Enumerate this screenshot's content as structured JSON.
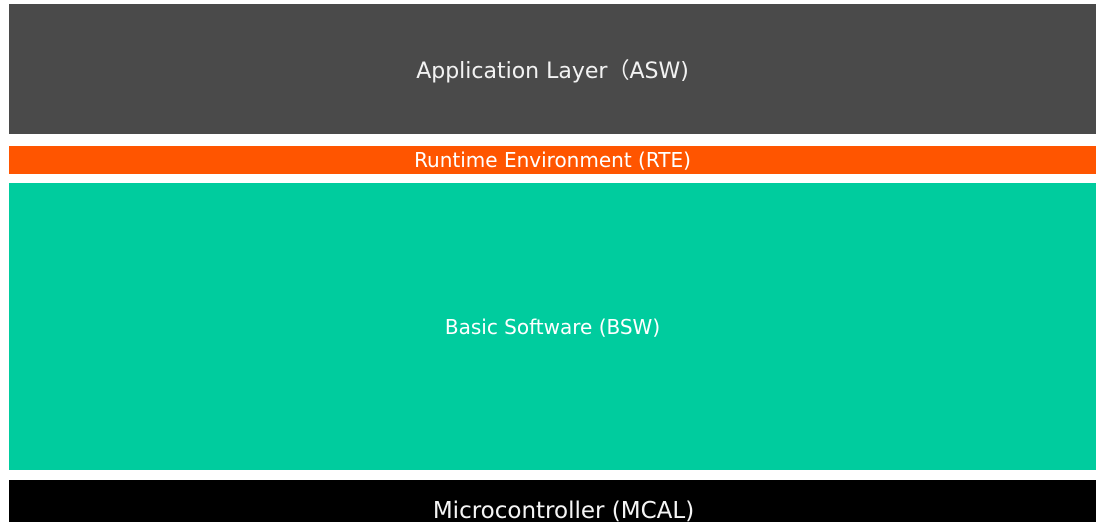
{
  "colors": {
    "asw": "#4a4a4a",
    "rte": "#ff5500",
    "bsw": "#00cc9e",
    "mcal": "#000000"
  },
  "layers": {
    "asw": {
      "name": "Application Layer",
      "abbr": "（ASW)"
    },
    "rte": {
      "label": "Runtime Environment (RTE)"
    },
    "bsw": {
      "label": "Basic Software (BSW)"
    },
    "mcal": {
      "name": "Microcontroller",
      "abbr": "(MCAL)"
    }
  }
}
